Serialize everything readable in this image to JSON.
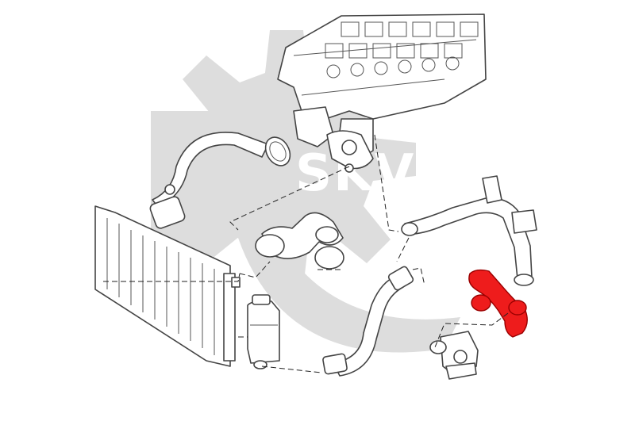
{
  "watermark": {
    "brand": "SKV",
    "color": "#dddddd"
  },
  "diagram": {
    "highlight_color": "#ee1c1c",
    "line_color": "#444444",
    "parts": [
      {
        "name": "engine-block",
        "highlighted": false
      },
      {
        "name": "upper-radiator-hose",
        "highlighted": false
      },
      {
        "name": "thermostat-housing",
        "highlighted": false
      },
      {
        "name": "bypass-hose",
        "highlighted": false
      },
      {
        "name": "radiator",
        "highlighted": false
      },
      {
        "name": "expansion-tank",
        "highlighted": false
      },
      {
        "name": "lower-radiator-hose",
        "highlighted": false
      },
      {
        "name": "coolant-pipe",
        "highlighted": false
      },
      {
        "name": "highlighted-coolant-hose",
        "highlighted": true
      },
      {
        "name": "water-pump-connector",
        "highlighted": false
      }
    ]
  }
}
